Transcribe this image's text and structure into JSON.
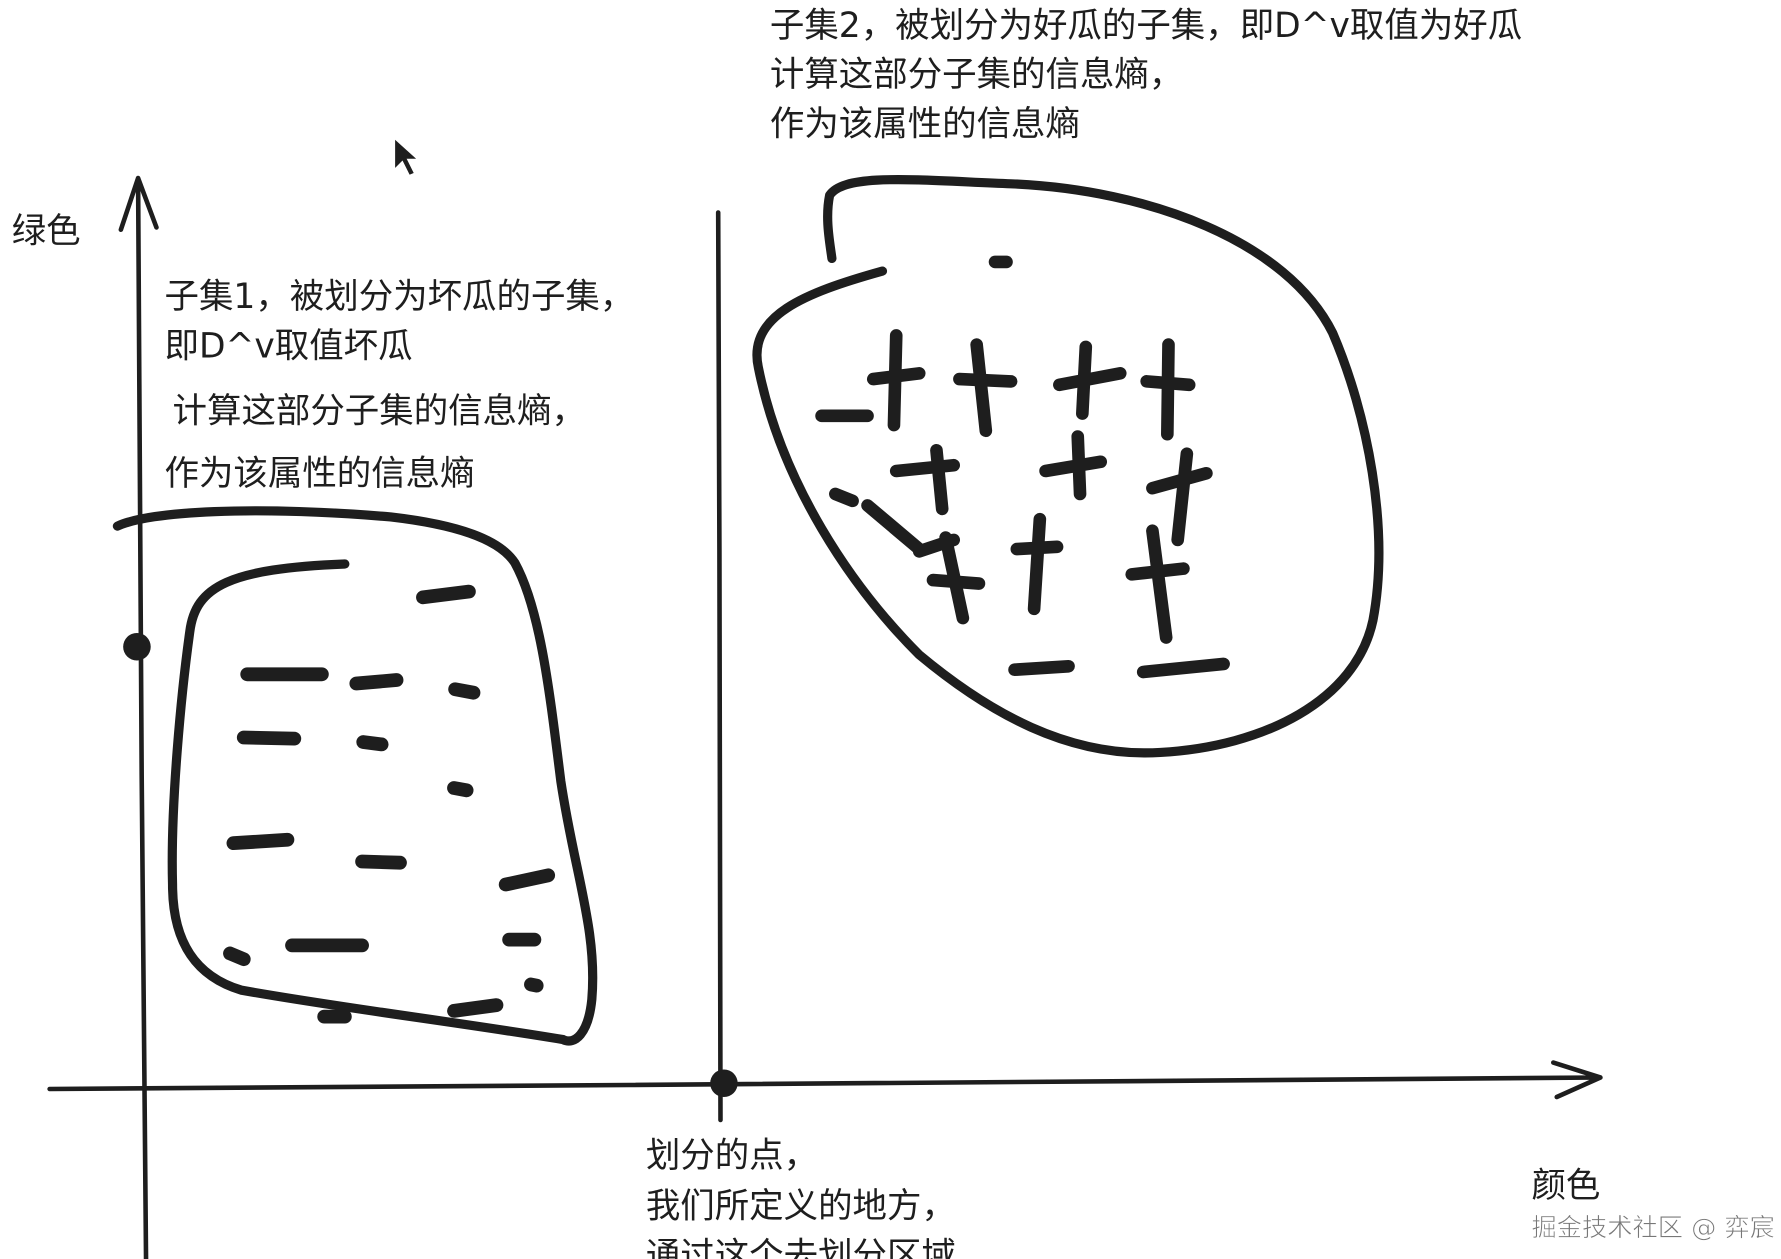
{
  "axes": {
    "y_label": "绿色",
    "x_label": "颜色"
  },
  "subset1": {
    "lines": [
      "子集1，被划分为坏瓜的子集，",
      "即D^v取值坏瓜",
      "计算这部分子集的信息熵，",
      "作为该属性的信息熵"
    ]
  },
  "subset2": {
    "lines": [
      "子集2，被划分为好瓜的子集，即D^v取值为好瓜",
      "计算这部分子集的信息熵，",
      "作为该属性的信息熵"
    ]
  },
  "split_point": {
    "lines": [
      "划分的点，",
      "我们所定义的地方，",
      "通过这个去划分区域"
    ]
  },
  "watermark": "掘金技术社区 @ 弈宸",
  "colors": {
    "ink": "#1e1e1e",
    "background": "#ffffff"
  }
}
